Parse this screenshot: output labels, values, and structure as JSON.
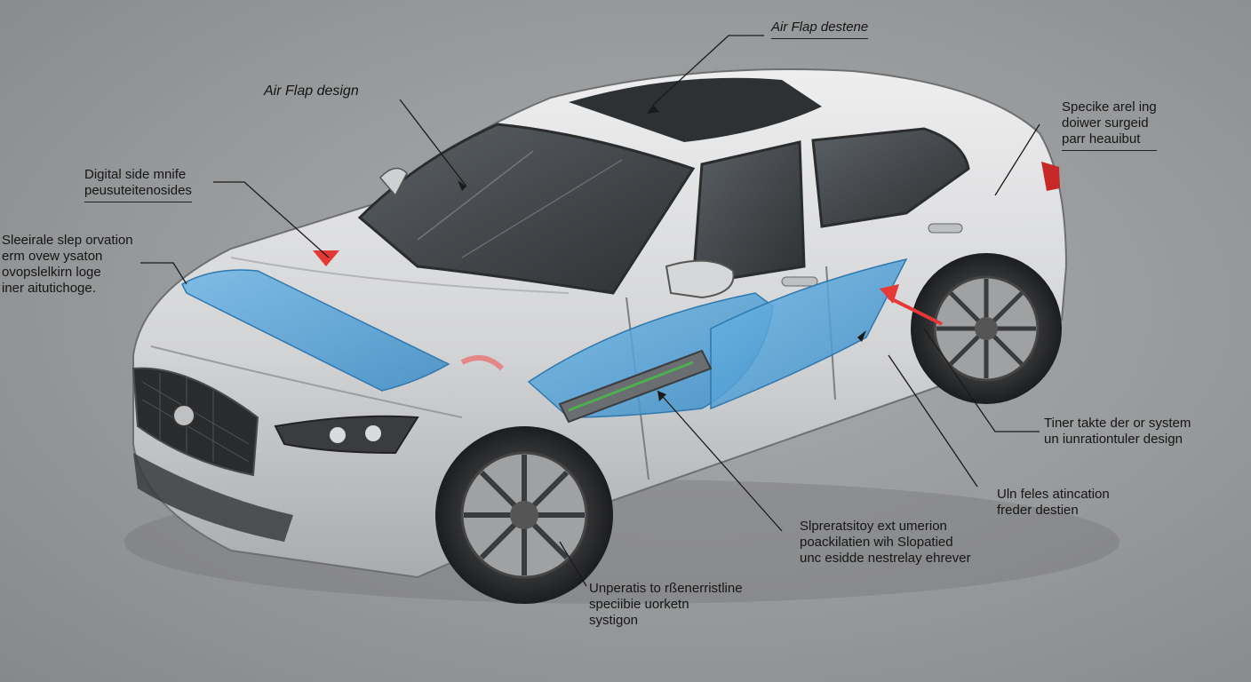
{
  "colors": {
    "background": "#9a9c9e",
    "body_paint": "#d9dadb",
    "glass": "#3a3d40",
    "panel_blue": "#4f9fd4",
    "arrow_red": "#e53935",
    "accent_green": "#4caf50",
    "line": "#1a1a1a"
  },
  "labels": {
    "top_center": {
      "lines": [
        "Air Flap destene"
      ]
    },
    "top_left": {
      "lines": [
        "Air Flap  design"
      ]
    },
    "left_1": {
      "lines": [
        "Digital side mnife",
        "peusuteitenosides"
      ]
    },
    "left_2": {
      "lines": [
        "Sleeirale slep orvation",
        "erm ovew ysaton",
        "ovopslelkirn loge",
        "iner aitutichoge."
      ]
    },
    "right_top": {
      "lines": [
        "Specike arel ing",
        "doiwer surgeid",
        "parr heauibut"
      ]
    },
    "right_mid": {
      "lines": [
        "Tiner takte der or system",
        "un iunrationtuler design"
      ]
    },
    "right_low": {
      "lines": [
        "Uln feles atincation",
        "freder destien"
      ]
    },
    "center_low": {
      "lines": [
        "Slpreratsitoy ext umerion",
        "poackilatien wih Slopatied",
        "unc esidde nestrelay ehrever"
      ]
    },
    "bottom": {
      "lines": [
        "Unperatis to rßenerristline",
        "speciibie uorketn",
        "systigon"
      ]
    }
  },
  "icons": [
    "car-illustration",
    "red-arrow-icon",
    "black-arrow-icon",
    "green-flow-arrow-icon"
  ]
}
